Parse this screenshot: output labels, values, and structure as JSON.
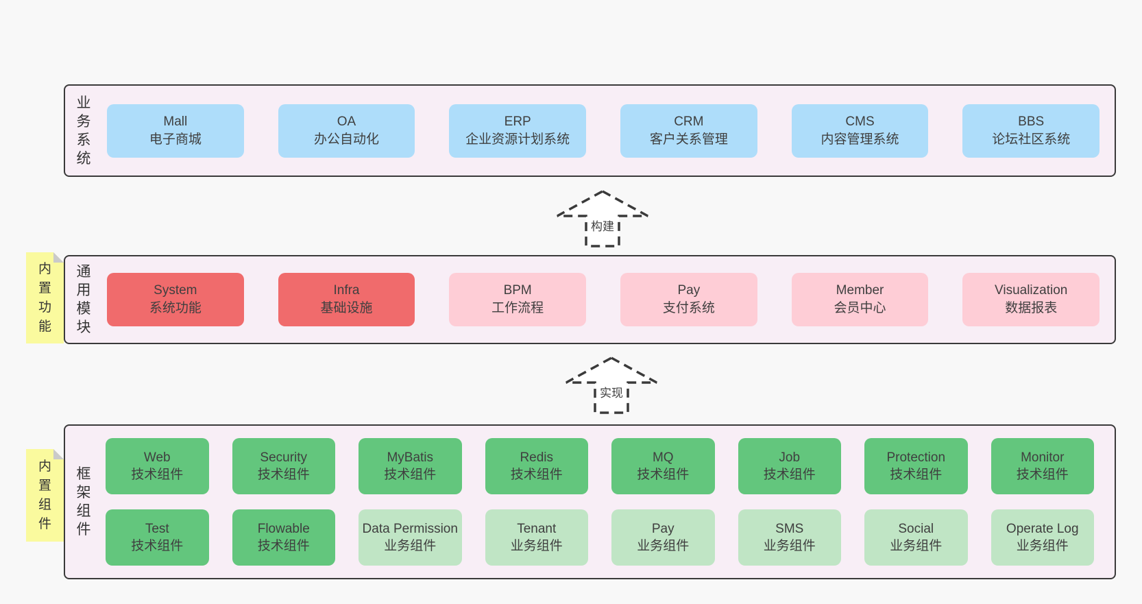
{
  "colors": {
    "page_bg": "#f8f8f8",
    "panel_bg": "#f8eef6",
    "panel_border": "#3a3a3a",
    "blue_box": "#aeddfa",
    "red_box": "#f06b6c",
    "pink_box": "#fecdd6",
    "green_box": "#63c67d",
    "light_green_box": "#c0e5c5",
    "sticky_note": "#fafa9e",
    "note_fold": "#cacaca",
    "text": "#3f3f3f"
  },
  "layers": [
    {
      "side_label": "业务系统",
      "boxes": [
        {
          "name": "Mall",
          "subtitle": "电子商城"
        },
        {
          "name": "OA",
          "subtitle": "办公自动化"
        },
        {
          "name": "ERP",
          "subtitle": "企业资源计划系统"
        },
        {
          "name": "CRM",
          "subtitle": "客户关系管理"
        },
        {
          "name": "CMS",
          "subtitle": "内容管理系统"
        },
        {
          "name": "BBS",
          "subtitle": "论坛社区系统"
        }
      ]
    },
    {
      "side_label": "通用模块",
      "note": "内置功能",
      "boxes": [
        {
          "name": "System",
          "subtitle": "系统功能"
        },
        {
          "name": "Infra",
          "subtitle": "基础设施"
        },
        {
          "name": "BPM",
          "subtitle": "工作流程"
        },
        {
          "name": "Pay",
          "subtitle": "支付系统"
        },
        {
          "name": "Member",
          "subtitle": "会员中心"
        },
        {
          "name": "Visualization",
          "subtitle": "数据报表"
        }
      ]
    },
    {
      "side_label": "框架组件",
      "note": "内置组件",
      "rows": [
        [
          {
            "name": "Web",
            "subtitle": "技术组件"
          },
          {
            "name": "Security",
            "subtitle": "技术组件"
          },
          {
            "name": "MyBatis",
            "subtitle": "技术组件"
          },
          {
            "name": "Redis",
            "subtitle": "技术组件"
          },
          {
            "name": "MQ",
            "subtitle": "技术组件"
          },
          {
            "name": "Job",
            "subtitle": "技术组件"
          },
          {
            "name": "Protection",
            "subtitle": "技术组件"
          },
          {
            "name": "Monitor",
            "subtitle": "技术组件"
          }
        ],
        [
          {
            "name": "Test",
            "subtitle": "技术组件"
          },
          {
            "name": "Flowable",
            "subtitle": "技术组件"
          },
          {
            "name": "Data Permission",
            "subtitle": "业务组件"
          },
          {
            "name": "Tenant",
            "subtitle": "业务组件"
          },
          {
            "name": "Pay",
            "subtitle": "业务组件"
          },
          {
            "name": "SMS",
            "subtitle": "业务组件"
          },
          {
            "name": "Social",
            "subtitle": "业务组件"
          },
          {
            "name": "Operate Log",
            "subtitle": "业务组件"
          }
        ]
      ]
    }
  ],
  "arrows": [
    {
      "label": "构建"
    },
    {
      "label": "实现"
    }
  ]
}
